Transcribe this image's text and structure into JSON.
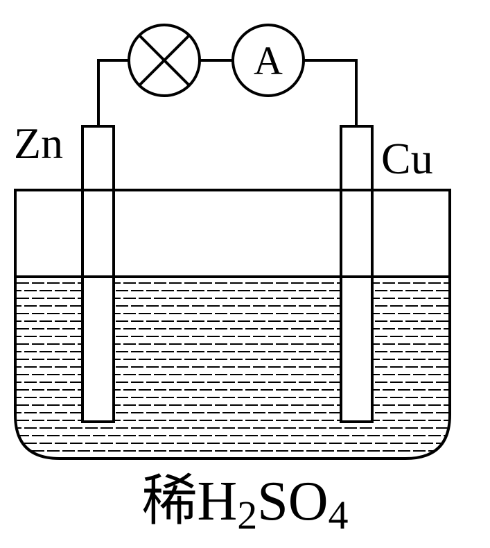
{
  "anode_label": "Zn",
  "cathode_label": "Cu",
  "ammeter_label": "A",
  "electrolyte": {
    "prefix": "稀H",
    "sub1": "2",
    "mid": "SO",
    "sub2": "4"
  },
  "colors": {
    "stroke": "#000000",
    "background": "#ffffff"
  }
}
